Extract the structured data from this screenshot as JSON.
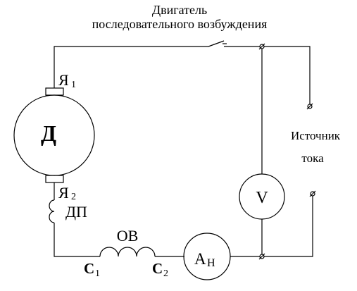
{
  "title": {
    "line1": "Двигатель",
    "line2": "последовательного возбуждения"
  },
  "motor": {
    "label": "Д",
    "terminal_top_letter": "Я",
    "terminal_top_index": "1",
    "terminal_bottom_letter": "Я",
    "terminal_bottom_index": "2"
  },
  "interpole": {
    "label": "ДП"
  },
  "field_winding": {
    "label": "ОВ",
    "start_letter": "С",
    "start_index": "1",
    "end_letter": "С",
    "end_index": "2"
  },
  "ammeter": {
    "letter": "А",
    "subscript": "Н"
  },
  "voltmeter": {
    "label": "V"
  },
  "source": {
    "line1": "Источник",
    "line2": "тока"
  },
  "icons": [
    "switch-icon",
    "terminal-icon",
    "motor-icon",
    "coil-icon",
    "voltmeter-icon",
    "ammeter-icon"
  ],
  "colors": {
    "line": "#000000",
    "background": "#ffffff"
  }
}
